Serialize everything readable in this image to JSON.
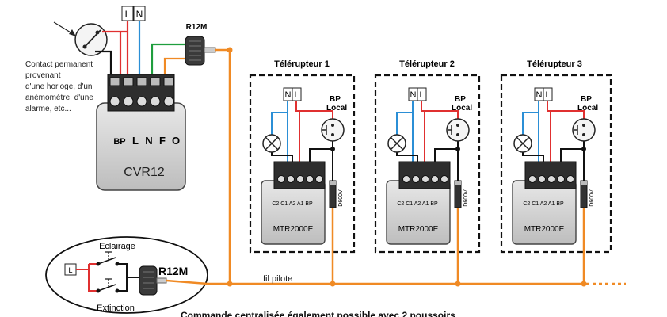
{
  "colors": {
    "live": "#e03030",
    "neutral": "#2b8fd6",
    "pilot": "#f08a24",
    "earth_green": "#1f9e3e",
    "black": "#111111",
    "box": "#d8d8d8"
  },
  "mains": {
    "l": "L",
    "n": "N"
  },
  "contact_text": [
    "Contact permanent",
    "provenant",
    "d'une horloge, d'un",
    "anémomètre, d'une",
    "alarme, etc..."
  ],
  "central": {
    "name": "CVR12",
    "terminals": [
      "BP",
      "L",
      "N",
      "F",
      "O"
    ],
    "r12m_label": "R12M"
  },
  "relays": [
    {
      "title": "Télérupteur 1",
      "model": "MTR2000E",
      "terminals": "C2 C1 A2 A1 BP",
      "diode": "D600V",
      "l": "L",
      "n": "N",
      "bp1": "BP",
      "bp2": "Local"
    },
    {
      "title": "Télérupteur 2",
      "model": "MTR2000E",
      "terminals": "C2 C1 A2 A1 BP",
      "diode": "D600V",
      "l": "L",
      "n": "N",
      "bp1": "BP",
      "bp2": "Local"
    },
    {
      "title": "Télérupteur 3",
      "model": "MTR2000E",
      "terminals": "C2 C1 A2 A1 BP",
      "diode": "D600V",
      "l": "L",
      "n": "N",
      "bp1": "BP",
      "bp2": "Local"
    }
  ],
  "pilot_label": "fil pilote",
  "bottom": {
    "eclairage": "Eclairage",
    "extinction": "Extinction",
    "l": "L",
    "r12m": "R12M",
    "caption": "Commande centralisée également possible avec 2 poussoirs"
  }
}
